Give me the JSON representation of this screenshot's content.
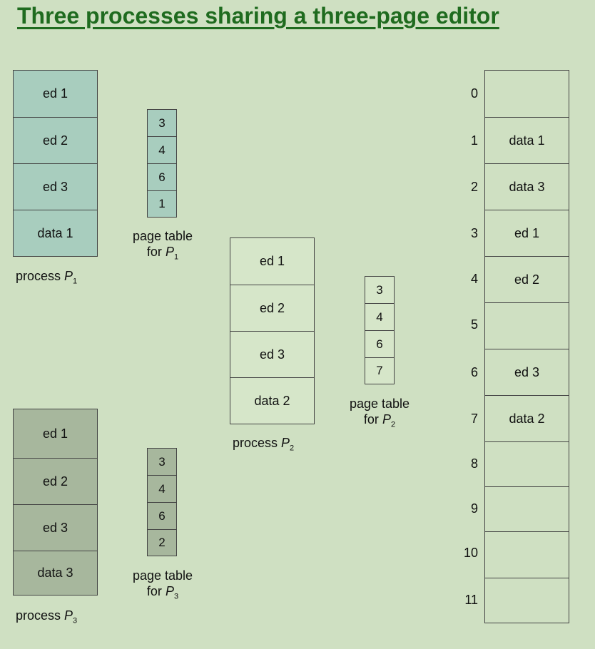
{
  "title": "Three processes sharing a three-page editor",
  "process_p1": {
    "pages": [
      "ed 1",
      "ed 2",
      "ed 3",
      "data 1"
    ],
    "label_prefix": "process ",
    "label_var": "P",
    "label_sub": "1"
  },
  "page_table_p1": {
    "entries": [
      "3",
      "4",
      "6",
      "1"
    ],
    "label_line1": "page table",
    "label_prefix": "for ",
    "label_var": "P",
    "label_sub": "1"
  },
  "process_p2": {
    "pages": [
      "ed 1",
      "ed 2",
      "ed 3",
      "data 2"
    ],
    "label_prefix": "process ",
    "label_var": "P",
    "label_sub": "2"
  },
  "page_table_p2": {
    "entries": [
      "3",
      "4",
      "6",
      "7"
    ],
    "label_line1": "page table",
    "label_prefix": "for ",
    "label_var": "P",
    "label_sub": "2"
  },
  "process_p3": {
    "pages": [
      "ed 1",
      "ed 2",
      "ed 3",
      "data 3"
    ],
    "label_prefix": "process ",
    "label_var": "P",
    "label_sub": "3"
  },
  "page_table_p3": {
    "entries": [
      "3",
      "4",
      "6",
      "2"
    ],
    "label_line1": "page table",
    "label_prefix": "for ",
    "label_var": "P",
    "label_sub": "3"
  },
  "physical_memory": {
    "frames": [
      {
        "number": "0",
        "content": ""
      },
      {
        "number": "1",
        "content": "data 1"
      },
      {
        "number": "2",
        "content": "data 3"
      },
      {
        "number": "3",
        "content": "ed 1"
      },
      {
        "number": "4",
        "content": "ed 2"
      },
      {
        "number": "5",
        "content": ""
      },
      {
        "number": "6",
        "content": "ed 3"
      },
      {
        "number": "7",
        "content": "data 2"
      },
      {
        "number": "8",
        "content": ""
      },
      {
        "number": "9",
        "content": ""
      },
      {
        "number": "10",
        "content": ""
      },
      {
        "number": "11",
        "content": ""
      }
    ]
  }
}
